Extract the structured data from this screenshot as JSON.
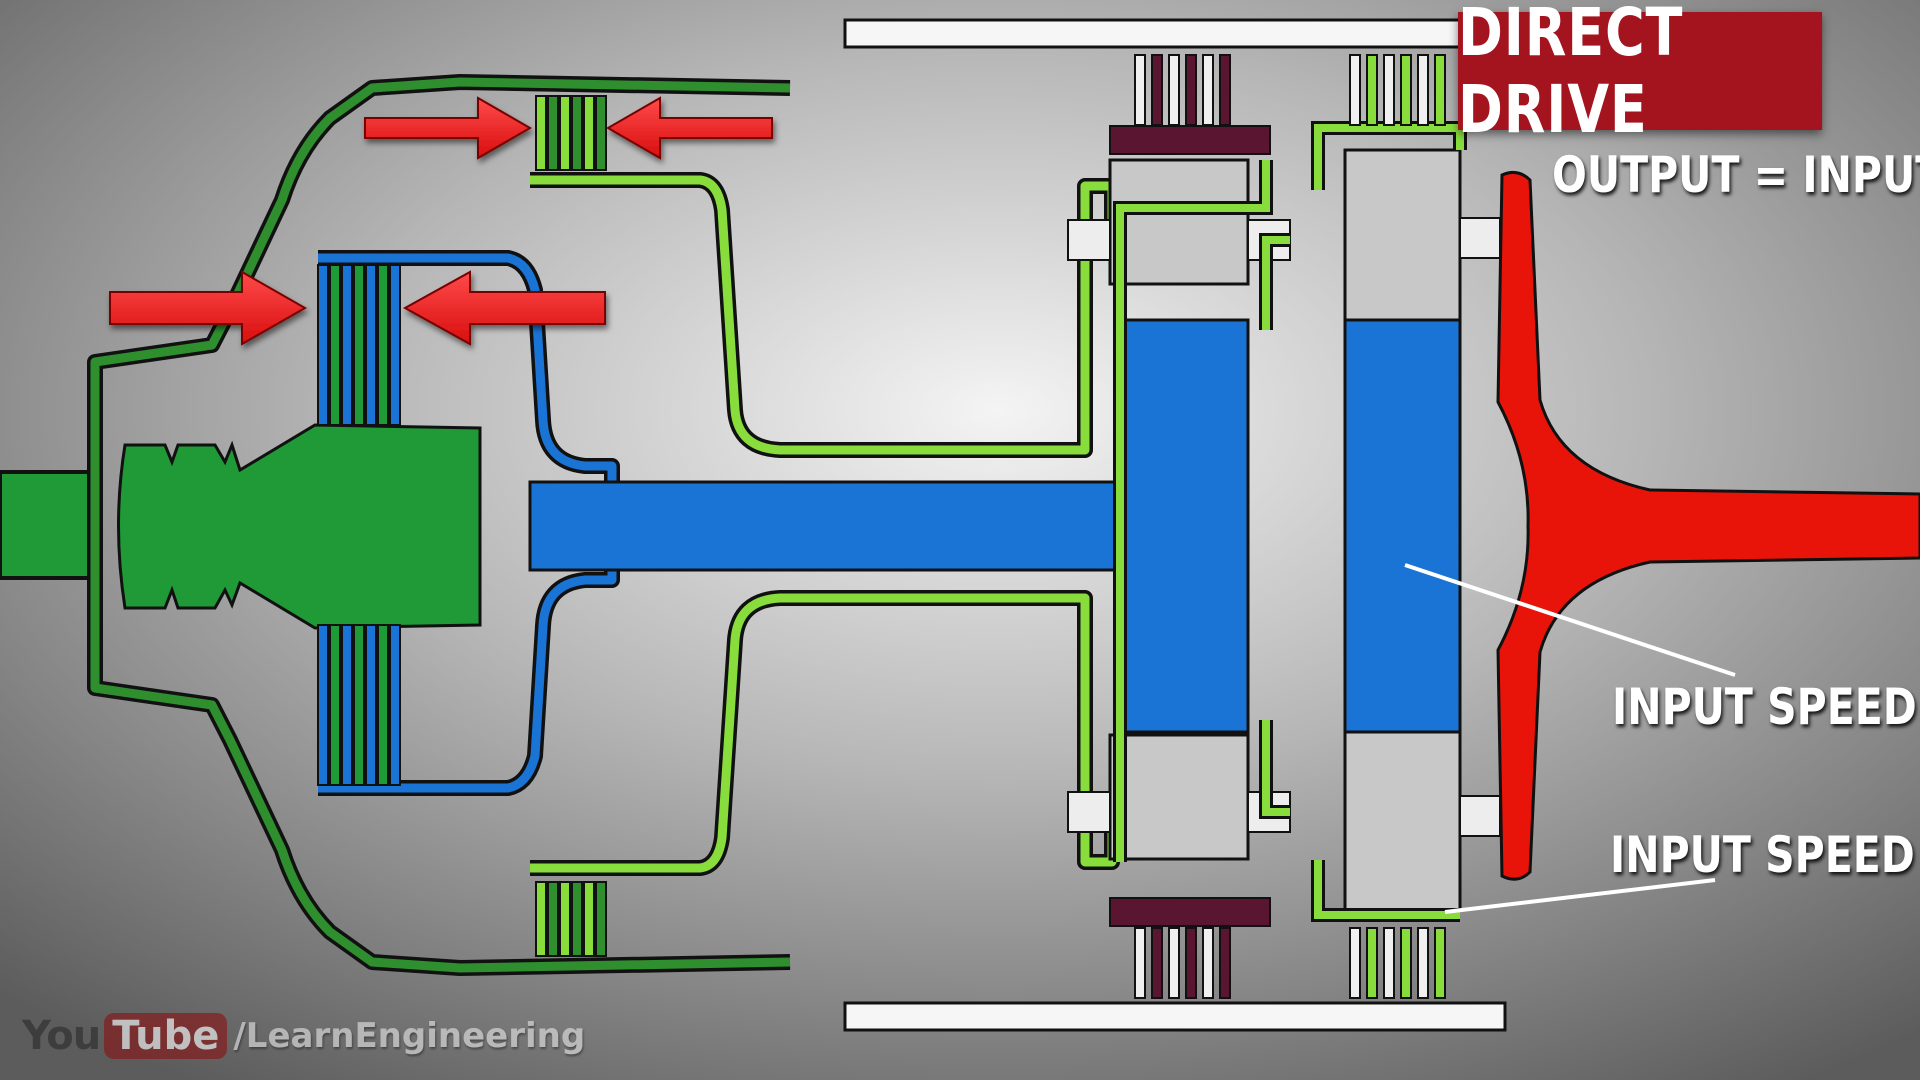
{
  "title": "DIRECT DRIVE",
  "labels": {
    "relation": "OUTPUT = INPUT",
    "sun_speed": "INPUT SPEED",
    "ring_speed": "INPUT SPEED"
  },
  "watermark": {
    "you": "You",
    "tube": "Tube",
    "channel": "/LearnEngineering"
  },
  "colors": {
    "title_bg": "#a3141e",
    "input_shaft": "#1f9a36",
    "clutch_drum": "#2f8f2f",
    "forward_shaft": "#1a74d6",
    "carrier": "#88dd3c",
    "output": "#e8140a",
    "planet_gear": "#c8c8c8",
    "band": "#5a1530",
    "apply_arrow": "#ee1c1c"
  },
  "icons": {
    "apply_arrow": "red-arrow-icon",
    "logo": "youtube-logo"
  }
}
